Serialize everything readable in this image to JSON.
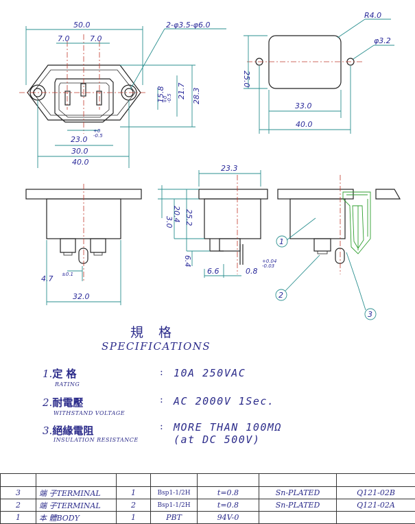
{
  "dimensions": {
    "top_width_50": "50.0",
    "top_7_left": "7.0",
    "top_7_right": "7.0",
    "hole_note": "2-φ3.5-φ6.0",
    "d_23": "23.0",
    "d_23_tol_plus": "+0",
    "d_23_tol_minus": "-0.5",
    "d_30": "30.0",
    "d_40": "40.0",
    "d_15_8": "15.8",
    "d_15_8_tol_plus": "+0",
    "d_15_8_tol_minus": "-0.5",
    "d_21_7": "21.7",
    "d_28_3": "28.3",
    "cut_r": "R4.0",
    "cut_hole": "φ3.2",
    "cut_25": "25.0",
    "cut_33": "33.0",
    "cut_40": "40.0",
    "side_23_3": "23.3",
    "side_3_0": "3.0",
    "side_20_4": "20.4",
    "side_25_2": "25.2",
    "side_6_4": "6.4",
    "side_4_7": "4.7",
    "side_4_7_tol": "±0.1",
    "side_32": "32.0",
    "side_6_6": "6.6",
    "side_0_8": "0.8",
    "side_0_8_tol_plus": "+0.04",
    "side_0_8_tol_minus": "-0.03",
    "callout_1": "1",
    "callout_2": "2",
    "callout_3": "3"
  },
  "specifications": {
    "title_cn": "規 格",
    "title_en": "SPECIFICATIONS",
    "items": [
      {
        "num": "1.",
        "label": "定 格",
        "sub": "RATING",
        "value": "10A 250VAC",
        "value2": ""
      },
      {
        "num": "2.",
        "label": "耐電壓",
        "sub": "WITHSTAND VOLTAGE",
        "value": "AC 2000V 1Sec.",
        "value2": ""
      },
      {
        "num": "3.",
        "label": "絕緣電阻",
        "sub": "INSULATION RESISTANCE",
        "value": "MORE THAN 100MΩ",
        "value2": "(at DC 500V)"
      }
    ],
    "colon": ":"
  },
  "bom": {
    "rows": [
      {
        "no": "3",
        "name": "端 子TERMINAL",
        "qty": "1",
        "material": "Bsp1-1/2H",
        "thick": "t=0.8",
        "finish": "Sn-PLATED",
        "part": "Q121-02B"
      },
      {
        "no": "2",
        "name": "端 子TERMINAL",
        "qty": "2",
        "material": "Bsp1-1/2H",
        "thick": "t=0.8",
        "finish": "Sn-PLATED",
        "part": "Q121-02A"
      },
      {
        "no": "1",
        "name": "本  體BODY",
        "qty": "1",
        "material": "PBT",
        "thick": "94V-0",
        "finish": "",
        "part": ""
      }
    ]
  },
  "colors": {
    "ink": "#2b2b8a",
    "dimension_line": "#2a8f8f",
    "outline": "#222222",
    "center_line": "#c0392b"
  }
}
